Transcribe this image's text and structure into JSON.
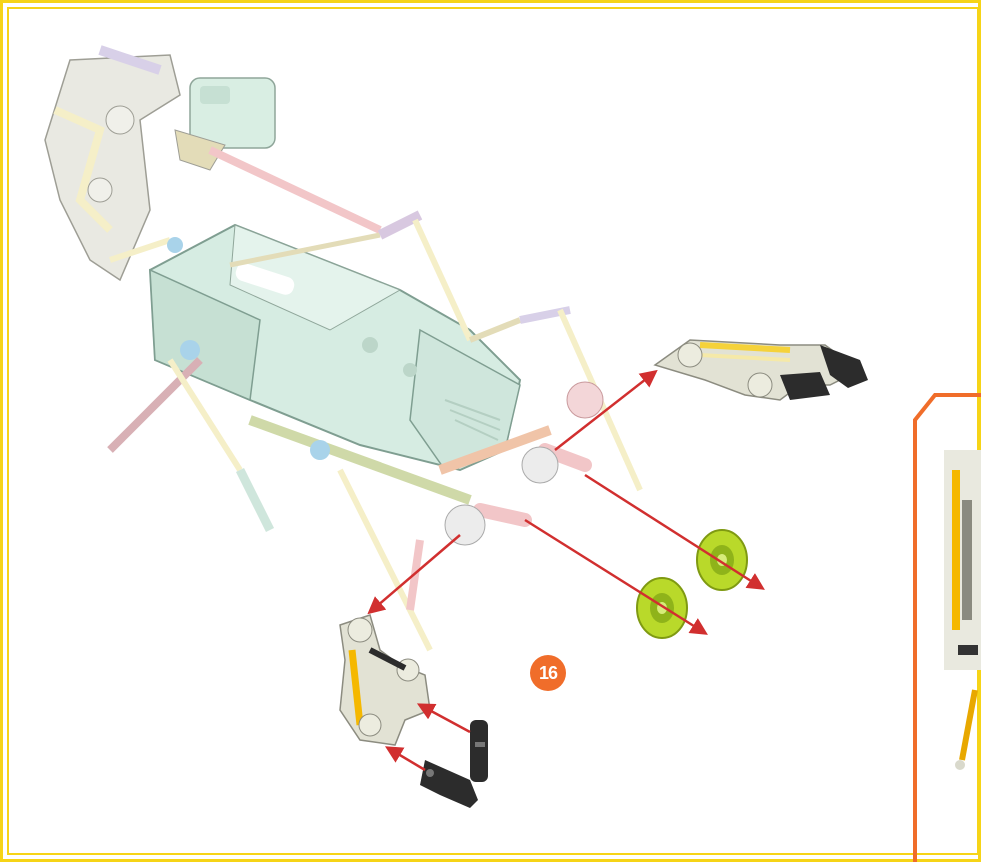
{
  "step": {
    "number": "16"
  },
  "colors": {
    "frame": "#f6d417",
    "accent": "#f06d2a",
    "arrow": "#d12f2f",
    "wheel": "#b9d92a",
    "body_shell": "#cfe6dc",
    "connector_grey": "#d9d9cc",
    "rod_pink": "#f2c6c8",
    "rod_yellow": "#f5efc8",
    "clip_black": "#2c2c2c"
  },
  "illustration": {
    "subject": "knex-scorpion-model",
    "parts": [
      "wheel",
      "wheel",
      "claw-assembly",
      "claw-assembly",
      "black-clip",
      "black-clip",
      "black-clip"
    ]
  }
}
